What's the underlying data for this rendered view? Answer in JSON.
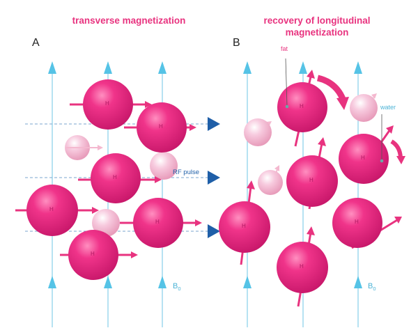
{
  "titles": {
    "left": "transverse magnetization",
    "right_line1": "recovery of longitudinal",
    "right_line2": "magnetization"
  },
  "panels": {
    "a": "A",
    "b": "B"
  },
  "labels": {
    "rf_pulse": "RF pulse",
    "b0": "B",
    "b0_sub": "0",
    "fat": "fat",
    "water": "water",
    "nucleus": "H"
  },
  "colors": {
    "magenta": "#e8337f",
    "sphere_dark": "#e0237a",
    "sphere_light": "#f4b8cf",
    "field_line": "#8fd3ea",
    "field_arrow": "#55c3e6",
    "rf": "#1f5fa8",
    "water_text": "#4bb3d6"
  }
}
